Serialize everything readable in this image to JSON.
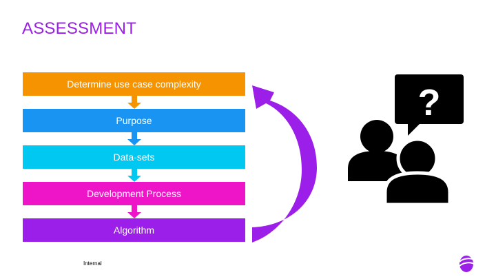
{
  "slide": {
    "title": "ASSESSMENT",
    "footer": "Internal"
  },
  "steps": [
    {
      "label": "Determine use case complexity",
      "color": "#f59300"
    },
    {
      "label": "Purpose",
      "color": "#1a94f2"
    },
    {
      "label": "Data-sets",
      "color": "#00c8f0"
    },
    {
      "label": "Development Process",
      "color": "#ee15c8"
    },
    {
      "label": "Algorithm",
      "color": "#9b1fe8"
    }
  ],
  "icons": {
    "loop_arrow": "curved-loop-arrow-icon",
    "users": "users-question-icon",
    "logo": "brand-logo-icon"
  },
  "colors": {
    "accent": "#9b1fe8"
  }
}
